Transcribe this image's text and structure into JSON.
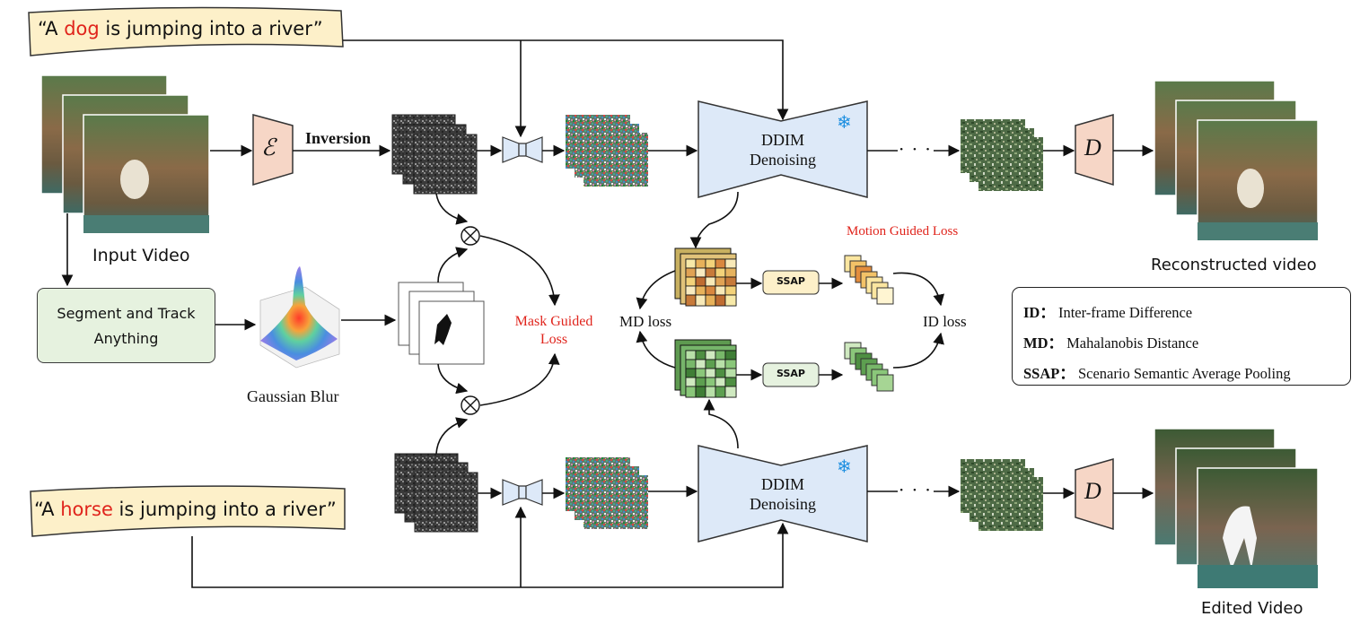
{
  "prompts": {
    "source_prefix": "“A ",
    "source_keyword": "dog",
    "source_suffix": " is jumping into a river”",
    "target_prefix": "“A ",
    "target_keyword": "horse",
    "target_suffix": " is jumping into a river”"
  },
  "labels": {
    "input_video": "Input Video",
    "inversion": "Inversion",
    "encoder_symbol": "ℰ",
    "decoder_symbol": "D",
    "segment_track_line1": "Segment and Track",
    "segment_track_line2": "Anything",
    "gaussian_blur": "Gaussian Blur",
    "mask_guided_line1": "Mask Guided",
    "mask_guided_line2": "Loss",
    "ddim_top_line1": "DDIM",
    "ddim_top_line2": "Denoising",
    "ddim_bottom_line1": "DDIM",
    "ddim_bottom_line2": "Denoising",
    "motion_guided_loss": "Motion Guided  Loss",
    "md_loss": "MD loss",
    "id_loss": "ID loss",
    "ssap_top": "SSAP",
    "ssap_bottom": "SSAP",
    "reconstructed_video": "Reconstructed video",
    "edited_video": "Edited Video",
    "dots_top": "· · ·",
    "dots_bottom": "· · ·",
    "multiply_top": "⊗",
    "multiply_bottom": "⊗"
  },
  "legend": [
    {
      "key": "ID：",
      "desc": "Inter-frame Difference"
    },
    {
      "key": "MD：",
      "desc": "Mahalanobis Distance"
    },
    {
      "key": "SSAP：",
      "desc": "Scenario Semantic Average Pooling"
    }
  ],
  "colors": {
    "prompt_bg": "#fdf0c9",
    "keyword_red": "#e0241c",
    "encoder_fill": "#f6d6c6",
    "ddim_fill": "#dde9f8",
    "motion_panel": "#f9e0d4",
    "segment_box": "#e6f2df"
  },
  "icons": {
    "frozen": "snowflake-icon"
  }
}
